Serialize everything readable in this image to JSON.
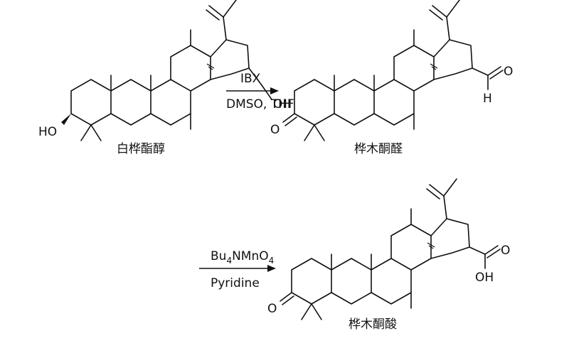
{
  "compounds": [
    {
      "name": "白桦酯醇",
      "atoms": {
        "ho": "HO",
        "oh": "OH"
      }
    },
    {
      "name": "桦木酮醛",
      "atoms": {
        "o": "O",
        "o2": "O",
        "h": "H"
      }
    },
    {
      "name": "桦木酮酸",
      "atoms": {
        "o": "O",
        "o2": "O",
        "oh": "OH"
      }
    }
  ],
  "reactions": [
    {
      "reagent_top": "IBX",
      "reagent_bottom": "DMSO, THF"
    },
    {
      "reagent_top_main": "Bu",
      "reagent_top_sub1": "4",
      "reagent_top_mid": "NMnO",
      "reagent_top_sub2": "4",
      "reagent_bottom": "Pyridine"
    }
  ]
}
